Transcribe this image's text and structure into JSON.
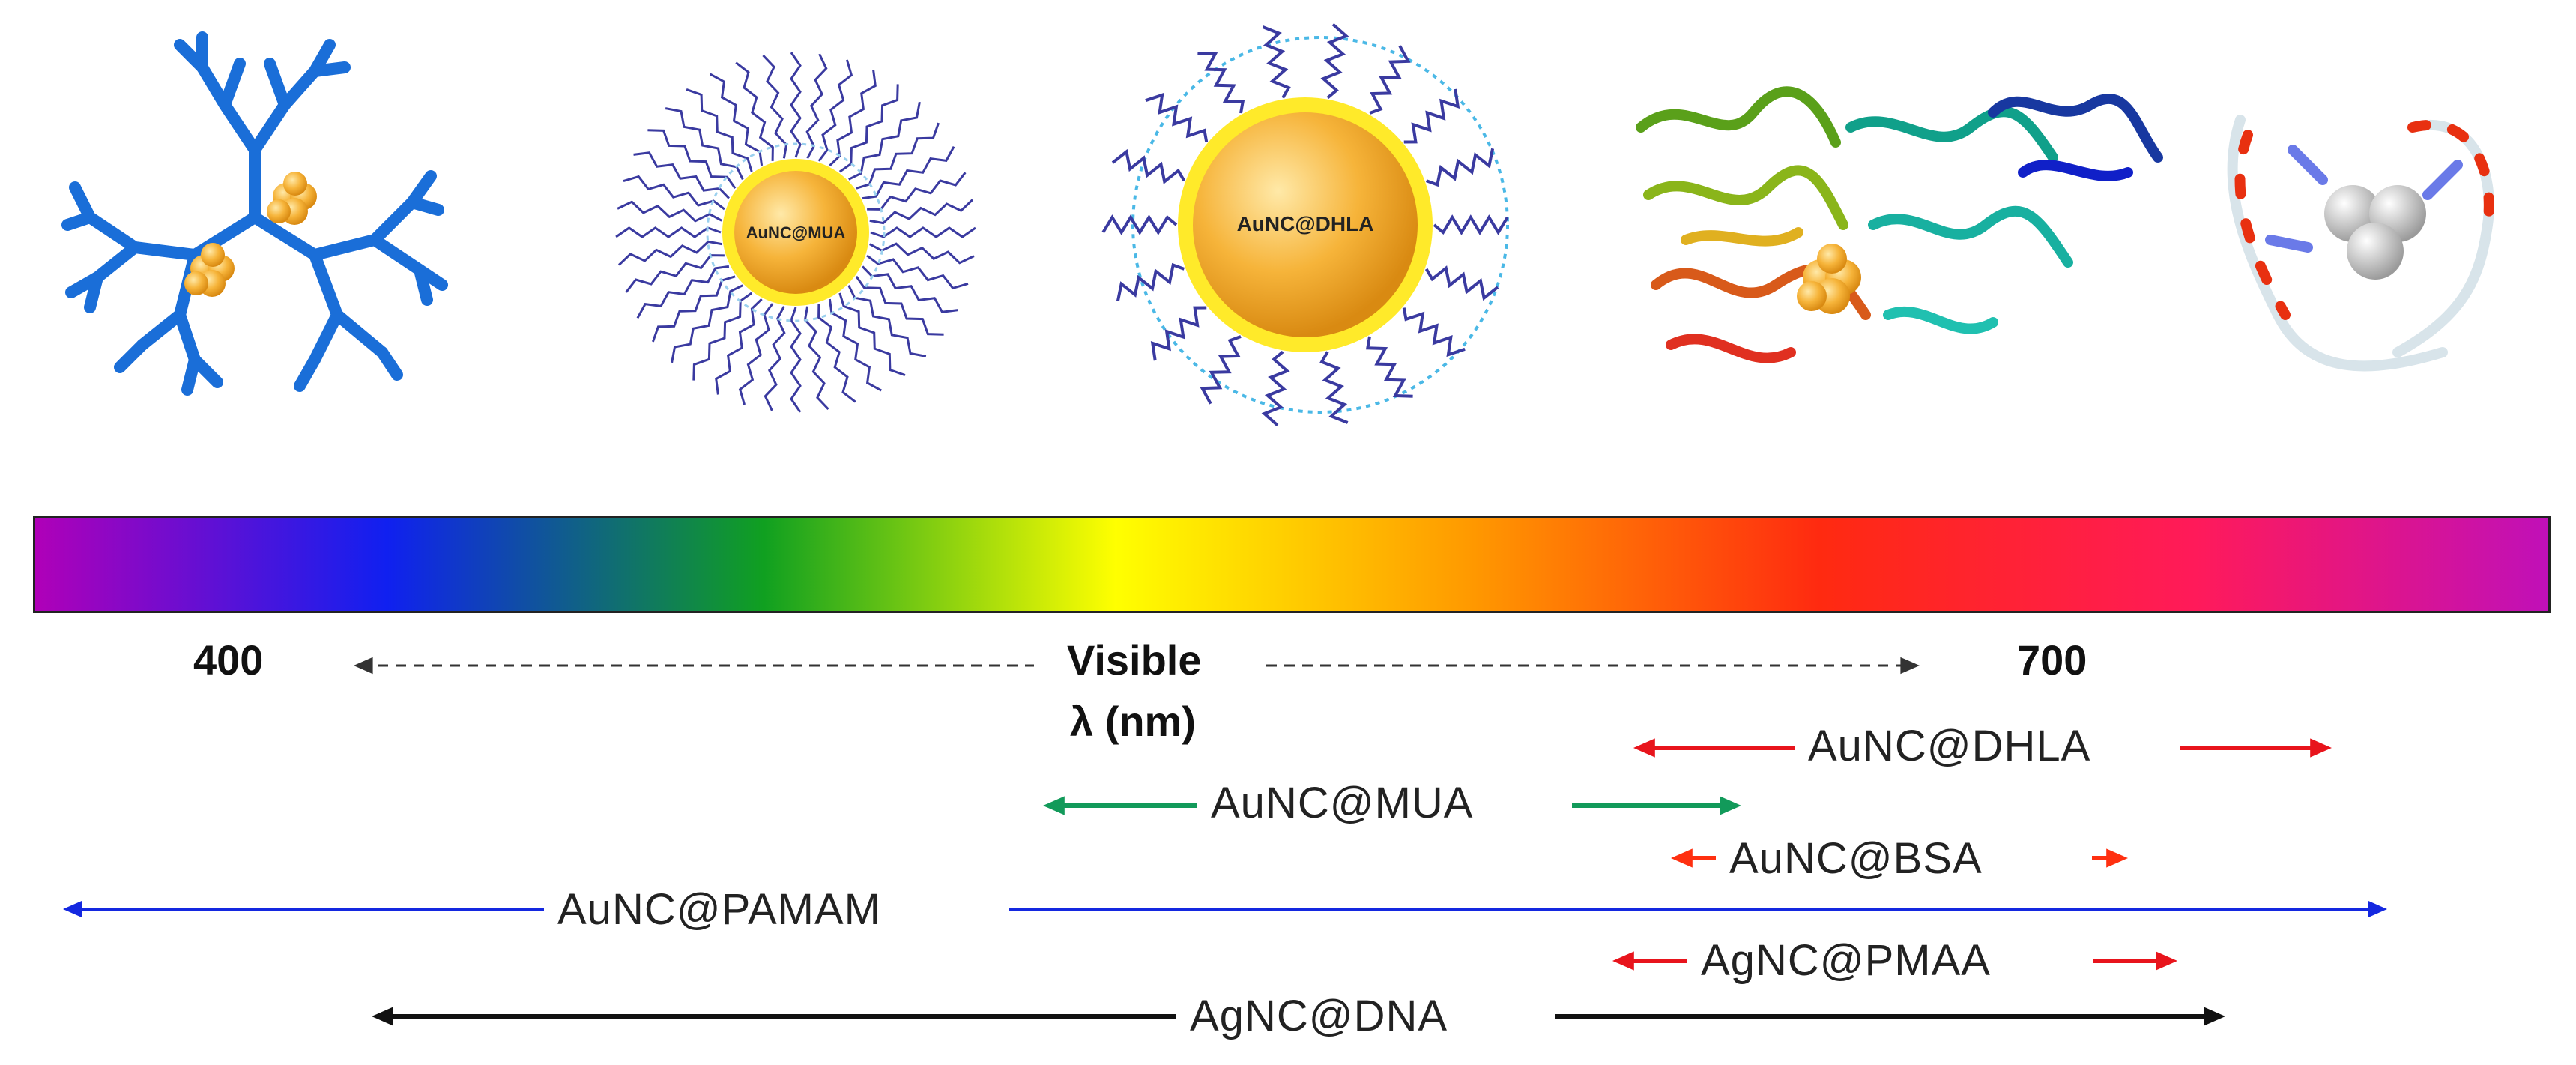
{
  "nanoclusters": [
    {
      "label": "AuNC@PAMAM"
    },
    {
      "label": "AuNC@MUA",
      "core_label": "AuNC@MUA"
    },
    {
      "label": "AuNC@DHLA",
      "core_label": "AuNC@DHLA"
    },
    {
      "label": "AuNC@BSA"
    },
    {
      "label": "AgNC@DNA"
    }
  ],
  "spectrum": {
    "axis_start": "400",
    "axis_end": "700",
    "visible_label": "Visible",
    "unit_label": "λ (nm)",
    "colors": [
      "#b000b8",
      "#1020f0",
      "#10a020",
      "#ffff00",
      "#ff9a00",
      "#ff2a10",
      "#ff1a5a",
      "#c010b8"
    ]
  },
  "emission_ranges": [
    {
      "label": "AuNC@DHLA",
      "color": "#e8141c"
    },
    {
      "label": "AuNC@MUA",
      "color": "#129a5a"
    },
    {
      "label": "AuNC@BSA",
      "color": "#ff3010"
    },
    {
      "label": "AuNC@PAMAM",
      "color": "#1428e0"
    },
    {
      "label": "AgNC@PMAA",
      "color": "#e8141c"
    },
    {
      "label": "AgNC@DNA",
      "color": "#111111"
    }
  ]
}
